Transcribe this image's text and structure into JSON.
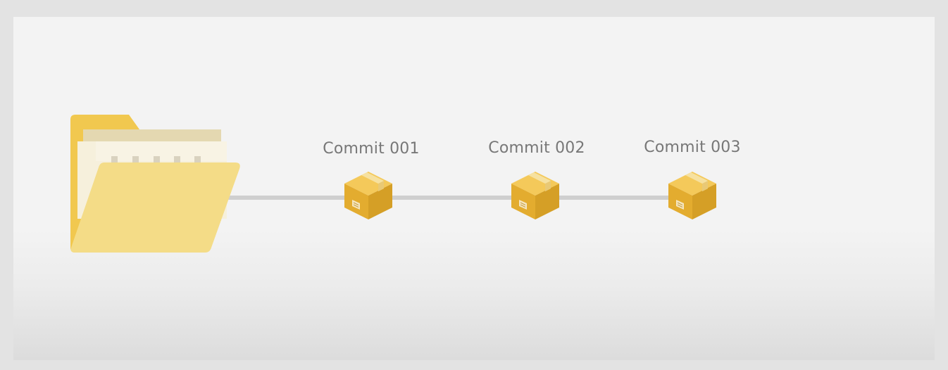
{
  "diagram": {
    "commits": [
      {
        "label": "Commit 001"
      },
      {
        "label": "Commit 002"
      },
      {
        "label": "Commit 003"
      }
    ],
    "icons": {
      "repository": "folder-icon",
      "commit": "package-box-icon"
    },
    "colors": {
      "folder_back": "#f1c84f",
      "folder_front": "#f4dc87",
      "paper": "#f3ecd4",
      "box_top": "#f4c95a",
      "box_left": "#e3ac2f",
      "box_right": "#d59f26",
      "box_tape": "#f6e1a0",
      "timeline": "#cfcfcf"
    }
  }
}
